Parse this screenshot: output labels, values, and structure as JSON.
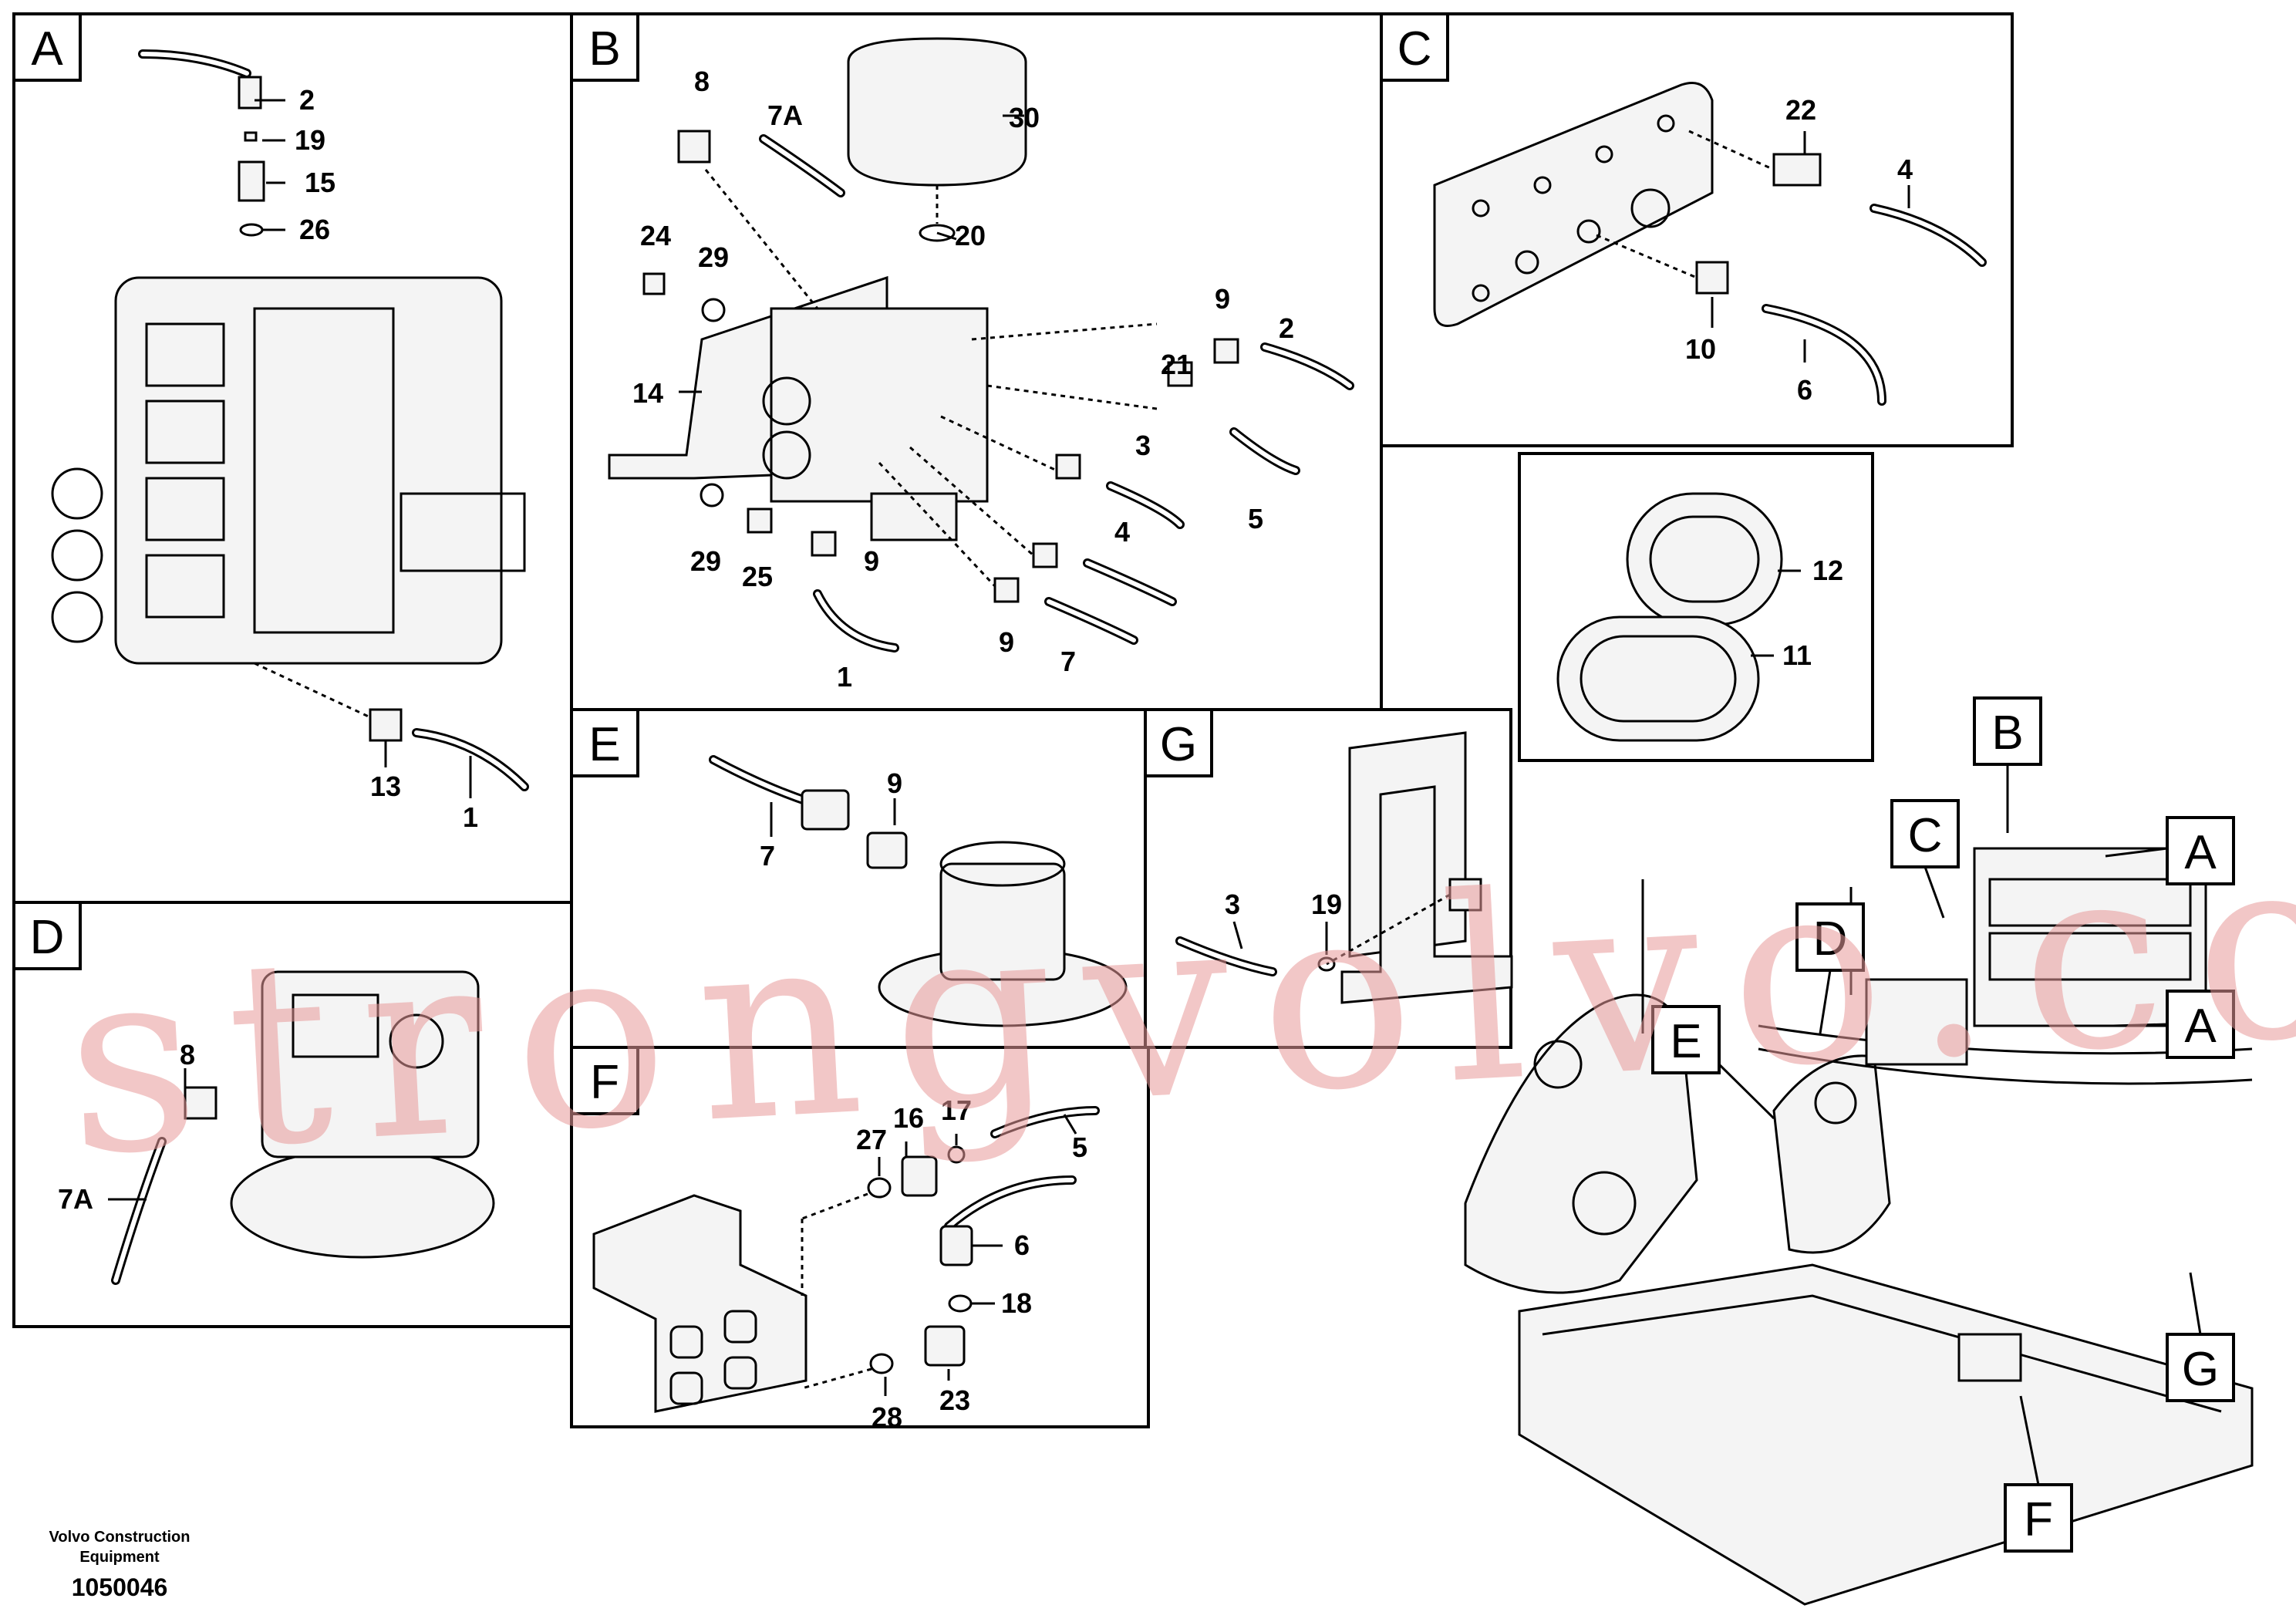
{
  "panels": {
    "A": {
      "tag": "A",
      "labels": [
        "2",
        "19",
        "15",
        "26",
        "13",
        "1"
      ]
    },
    "B": {
      "tag": "B",
      "labels": [
        "8",
        "7A",
        "30",
        "20",
        "24",
        "29",
        "14",
        "9",
        "21",
        "2",
        "3",
        "5",
        "4",
        "29",
        "25",
        "9",
        "1",
        "9",
        "7"
      ]
    },
    "C": {
      "tag": "C",
      "labels": [
        "22",
        "4",
        "10",
        "6"
      ]
    },
    "D": {
      "tag": "D",
      "labels": [
        "8",
        "7A"
      ]
    },
    "E": {
      "tag": "E",
      "labels": [
        "7",
        "9"
      ]
    },
    "F": {
      "tag": "F",
      "labels": [
        "16",
        "17",
        "27",
        "5",
        "6",
        "18",
        "23",
        "28"
      ]
    },
    "G": {
      "tag": "G",
      "labels": [
        "3",
        "19"
      ]
    },
    "seals": {
      "labels": [
        "12",
        "11"
      ]
    },
    "overview": {
      "tags": [
        "B",
        "C",
        "A",
        "D",
        "A",
        "E",
        "G",
        "F"
      ]
    }
  },
  "watermark": "strongvolvo.com",
  "footer": {
    "line1": "Volvo Construction",
    "line2": "Equipment",
    "number": "1050046"
  }
}
